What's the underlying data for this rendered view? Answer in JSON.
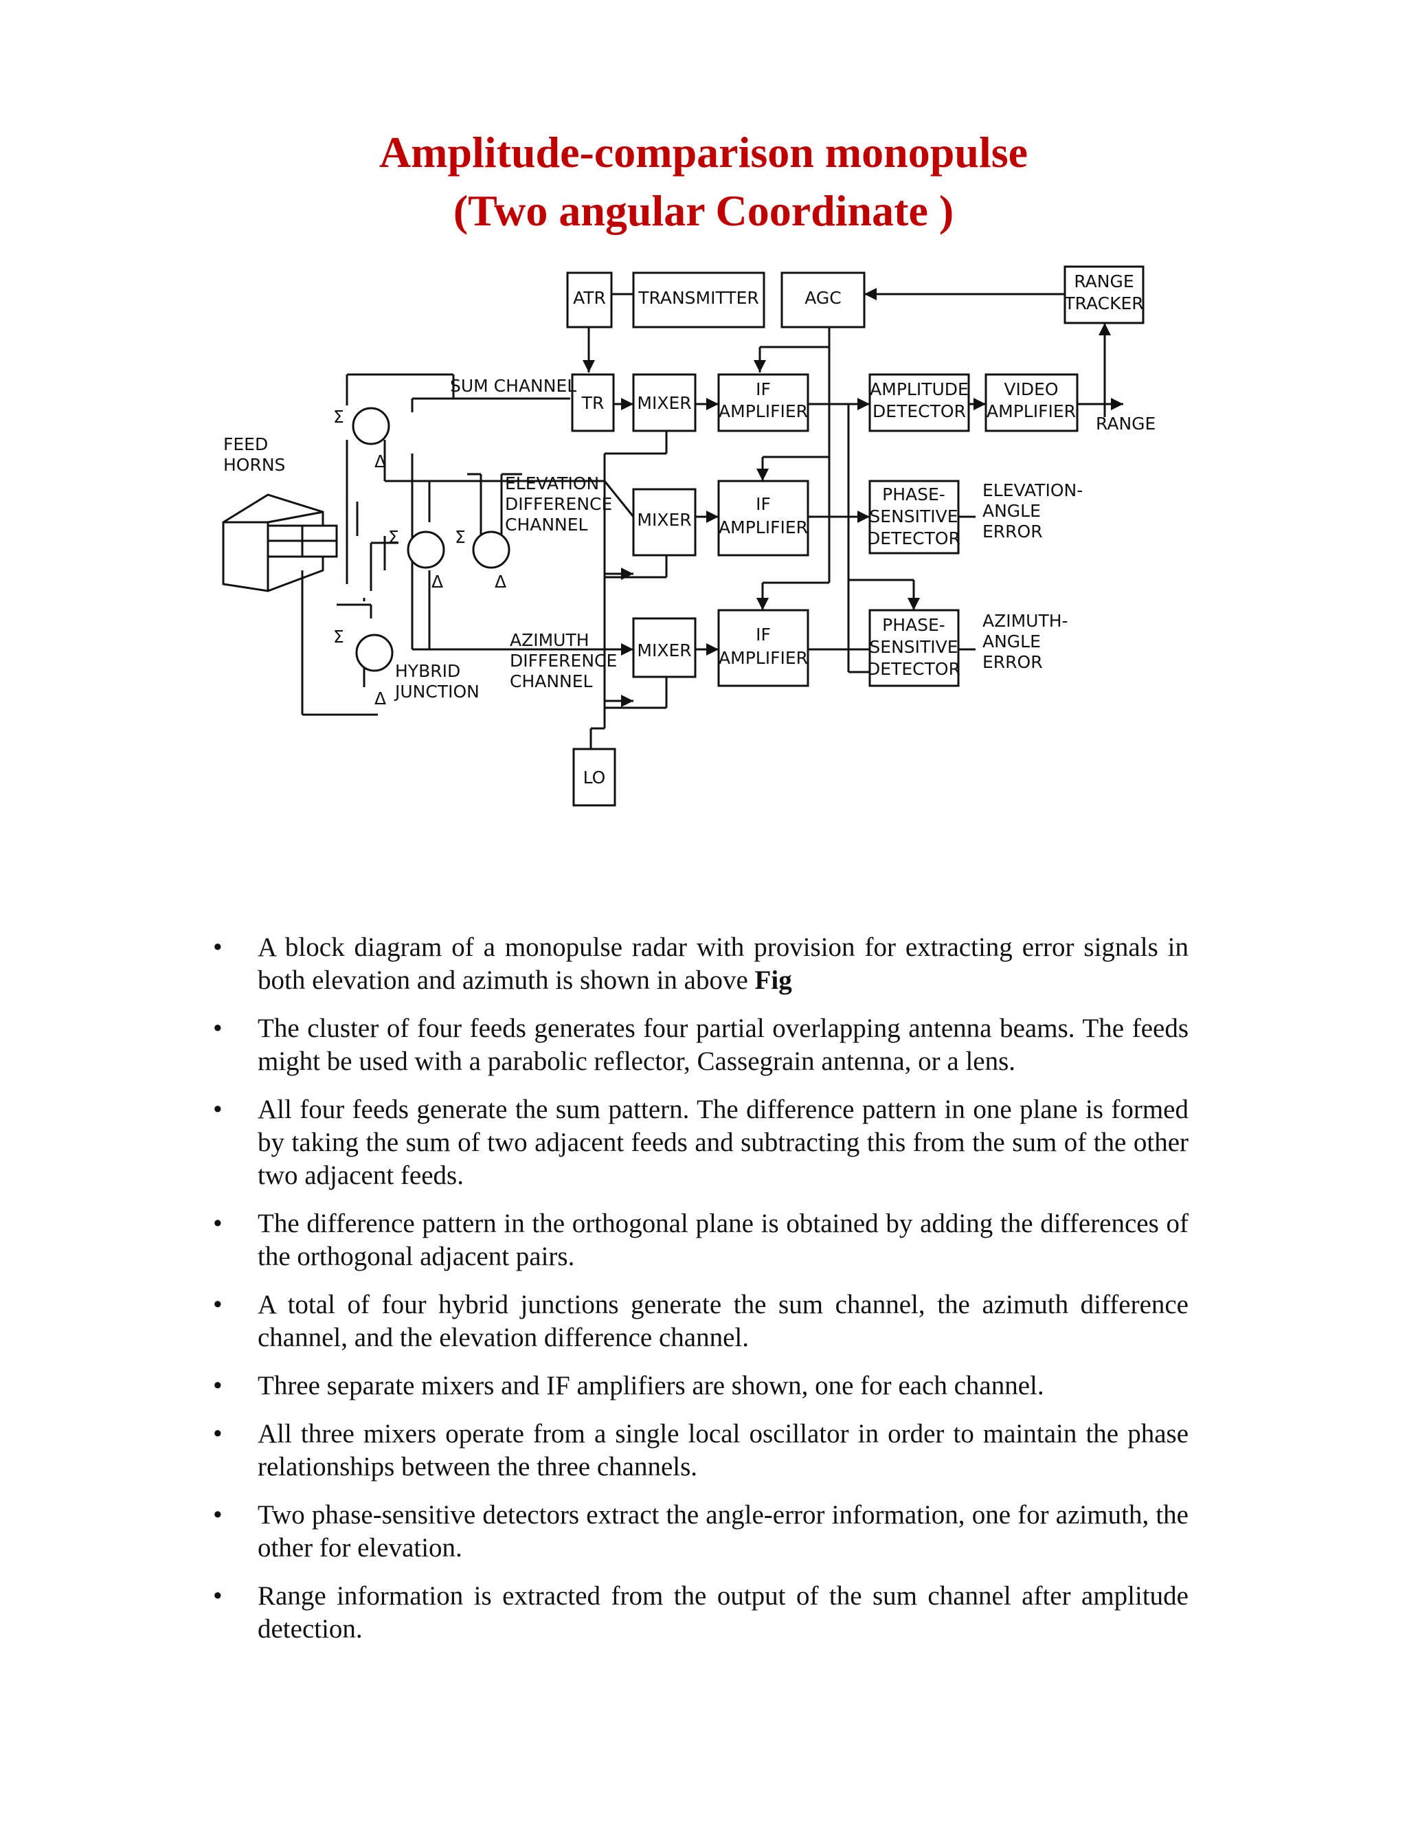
{
  "title": {
    "line1": "Amplitude-comparison monopulse",
    "line2": "(Two angular Coordinate )"
  },
  "diagram": {
    "atr": "ATR",
    "transmitter": "TRANSMITTER",
    "agc": "AGC",
    "range_tracker": [
      "RANGE",
      "TRACKER"
    ],
    "tr": "TR",
    "mixer": "MIXER",
    "if_amplifier": [
      "IF",
      "AMPLIFIER"
    ],
    "amplitude_detector": [
      "AMPLITUDE",
      "DETECTOR"
    ],
    "video_amplifier": [
      "VIDEO",
      "AMPLIFIER"
    ],
    "range_out": "RANGE",
    "phase_detector": [
      "PHASE-",
      "SENSITIVE",
      "DETECTOR"
    ],
    "elevation_error": [
      "ELEVATION-",
      "ANGLE",
      "ERROR"
    ],
    "azimuth_error": [
      "AZIMUTH-",
      "ANGLE",
      "ERROR"
    ],
    "sum_channel": "SUM CHANNEL",
    "elevation_channel": [
      "ELEVATION",
      "DIFFERENCE",
      "CHANNEL"
    ],
    "azimuth_channel": [
      "AZIMUTH",
      "DIFFERENCE",
      "CHANNEL"
    ],
    "feed_horns": [
      "FEED",
      "HORNS"
    ],
    "hybrid_junction": [
      "HYBRID",
      "JUNCTION"
    ],
    "lo": "LO",
    "sigma": "Σ",
    "delta": "Δ"
  },
  "bullets": {
    "b1": "A block diagram of a monopulse radar with provision for extracting error signals in both elevation and azimuth is shown in above",
    "b1_bold": "Fig",
    "b2": "The cluster of four feeds generates four partial overlapping antenna beams. The feeds might be used with a parabolic reflector, Cassegrain antenna, or a lens.",
    "b3": "All four feeds generate the sum pattern. The difference pattern in one plane is formed by taking the sum of two adjacent feeds and subtracting this from the sum of the other two adjacent feeds.",
    "b4": "The difference pattern in the orthogonal plane is obtained by adding the differences of the orthogonal adjacent pairs.",
    "b5": "A total of four hybrid junctions generate the sum channel, the azimuth difference channel, and the elevation difference channel.",
    "b6": "Three separate mixers and IF amplifiers are shown, one for each channel.",
    "b7": "All three mixers operate from a single local oscillator in order to maintain the phase relationships between the three channels.",
    "b8": "Two phase-sensitive detectors extract the angle-error information, one for azimuth, the other for elevation.",
    "b9": "Range information is extracted from the output of the sum channel after amplitude detection."
  }
}
